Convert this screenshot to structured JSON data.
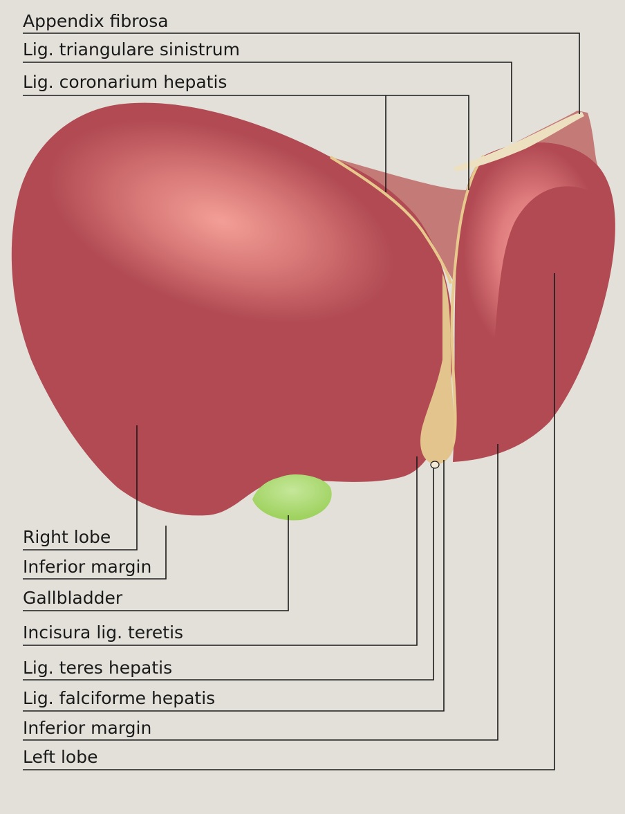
{
  "colors": {
    "background": "#e2e0d8",
    "liver": "#b14a53",
    "liver_highlight": "#f6a39a",
    "ligament": "#e7c98e",
    "peritoneum": "#c47a76",
    "gallbladder": "#a9d86a",
    "leader_line": "#1a1a1a"
  },
  "labels": {
    "appendix_fibrosa": "Appendix fibrosa",
    "lig_triangulare_sinistrum": "Lig. triangulare sinistrum",
    "lig_coronarium_hepatis": "Lig. coronarium hepatis",
    "right_lobe": "Right lobe",
    "inferior_margin_right": "Inferior margin",
    "gallbladder": "Gallbladder",
    "incisura_lig_teretis": "Incisura lig. teretis",
    "lig_teres_hepatis": "Lig. teres hepatis",
    "lig_falciforme_hepatis": "Lig. falciforme hepatis",
    "inferior_margin_left": "Inferior margin",
    "left_lobe": "Left lobe"
  }
}
